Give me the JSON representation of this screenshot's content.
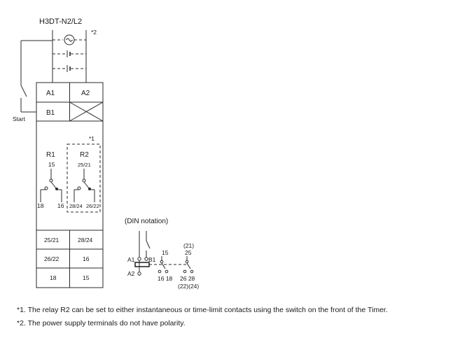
{
  "diagram": {
    "model": "H3DT-N2/L2",
    "note_mark_1": "*1",
    "note_mark_2": "*2",
    "start_label": "Start",
    "terminals": {
      "a1": "A1",
      "a2": "A2",
      "b1": "B1",
      "r1": "R1",
      "r2": "R2",
      "t15": "15",
      "t2521": "25/21",
      "t18": "18",
      "t16": "16",
      "t2824": "28/24",
      "t2622": "26/22"
    },
    "table": {
      "rows": [
        [
          "25/21",
          "28/24"
        ],
        [
          "26/22",
          "16"
        ],
        [
          "18",
          "15"
        ]
      ]
    },
    "din": {
      "title": "(DIN notation)",
      "a1": "A1",
      "b1": "B1",
      "a2": "A2",
      "t15": "15",
      "t21": "(21)",
      "t25": "25",
      "t1618": "16 18",
      "t2628": "26  28",
      "t2224": "(22)(24)"
    }
  },
  "notes": [
    "*1. The relay R2 can be set to either instantaneous or time-limit contacts using the switch on the front of the Timer.",
    "*2. The power supply terminals do not have polarity."
  ]
}
